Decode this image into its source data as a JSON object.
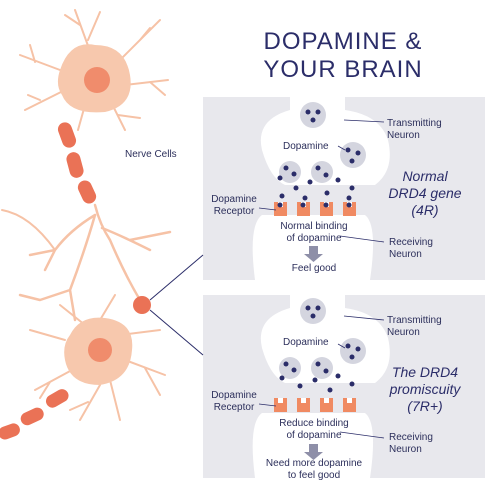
{
  "title": {
    "line1": "DOPAMINE &",
    "line2": "YOUR BRAIN"
  },
  "left_label": "Nerve Cells",
  "panels": [
    {
      "transmitting": {
        "line1": "Transmitting",
        "line2": "Neuron"
      },
      "dopamine": "Dopamine",
      "receptor": {
        "line1": "Dopamine",
        "line2": "Receptor"
      },
      "binding": {
        "line1": "Normal binding",
        "line2": "of dopamine"
      },
      "receiving": {
        "line1": "Receiving",
        "line2": "Neuron"
      },
      "outcome": {
        "line1": "Feel good",
        "line2": ""
      },
      "condition": {
        "line1": "Normal",
        "line2": "DRD4 gene",
        "line3": "(4R)"
      }
    },
    {
      "transmitting": {
        "line1": "Transmitting",
        "line2": "Neuron"
      },
      "dopamine": "Dopamine",
      "receptor": {
        "line1": "Dopamine",
        "line2": "Receptor"
      },
      "binding": {
        "line1": "Reduce binding",
        "line2": "of dopamine"
      },
      "receiving": {
        "line1": "Receiving",
        "line2": "Neuron"
      },
      "outcome": {
        "line1": "Need more dopamine",
        "line2": "to feel good"
      },
      "condition": {
        "line1": "The DRD4",
        "line2": "promiscuity",
        "line3": "(7R+)"
      }
    }
  ],
  "colors": {
    "navy": "#2b2d69",
    "cell_body": "#f7c8ad",
    "nucleus": "#f08c6c",
    "dendrite": "#f6c2a6",
    "myelin": "#ea7256",
    "receptor": "#f08a62",
    "vesicle": "#d4d5df",
    "panel": "#e8e8ed"
  }
}
